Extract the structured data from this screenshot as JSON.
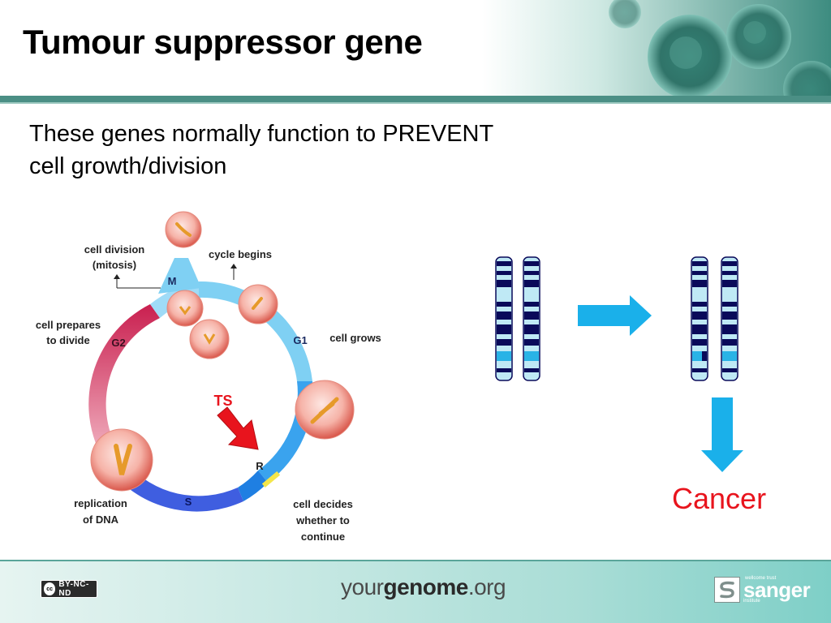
{
  "slide": {
    "title": "Tumour suppressor gene",
    "intro_line1": "These genes  normally function to PREVENT",
    "intro_line2": "cell growth/division"
  },
  "cycle": {
    "label_cell_division": "cell division",
    "label_mitosis": "(mitosis)",
    "label_cycle_begins": "cycle begins",
    "label_M": "M",
    "label_G1": "G1",
    "label_G2": "G2",
    "label_S": "S",
    "label_R": "R",
    "label_cell_grows": "cell grows",
    "label_prepares_1": "cell prepares",
    "label_prepares_2": "to divide",
    "label_replication_1": "replication",
    "label_replication_2": "of DNA",
    "label_decides_1": "cell decides",
    "label_decides_2": "whether to",
    "label_decides_3": "continue",
    "label_TS": "TS"
  },
  "outcome": {
    "cancer_label": "Cancer"
  },
  "footer": {
    "license_badge": "BY-NC-ND",
    "brand_prefix": "your",
    "brand_bold": "genome",
    "brand_suffix": ".org",
    "sanger_name": "sanger",
    "sanger_small_1": "wellcome trust",
    "sanger_small_2": "institute"
  },
  "colors": {
    "title": "#000000",
    "accent_teal": "#4b8f85",
    "cancer_red": "#e8141d",
    "arrow_blue": "#1ab0ea",
    "ts_red": "#e8141d",
    "chromosome_dark": "#0a0a5a",
    "chromosome_light": "#bfe9f5"
  }
}
